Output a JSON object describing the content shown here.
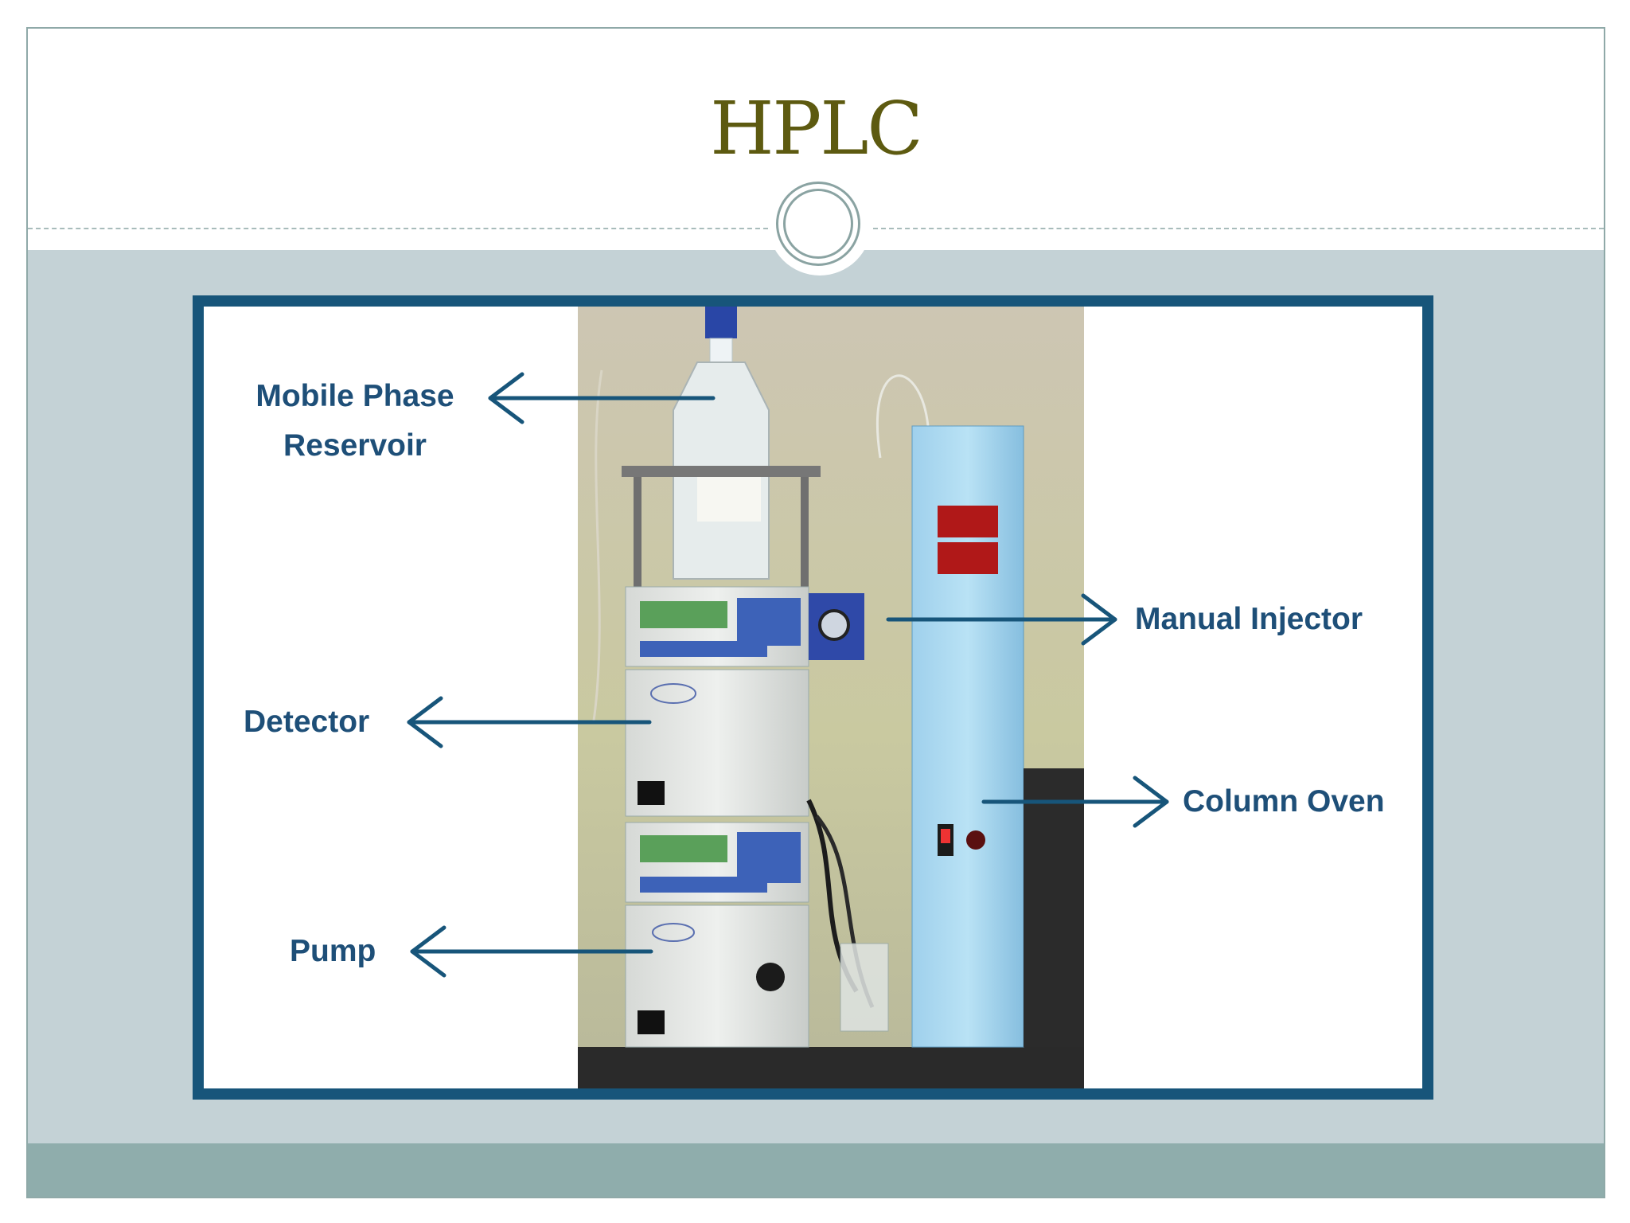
{
  "slide": {
    "title": "HPLC",
    "colors": {
      "title": "#5d5a10",
      "body_band": "#c4d2d6",
      "footer_band": "#8fadac",
      "frame": "#17557a",
      "label": "#1e4f78"
    }
  },
  "figure": {
    "labels": {
      "mobile_phase_line1": "Mobile Phase",
      "mobile_phase_line2": "Reservoir",
      "detector": "Detector",
      "pump": "Pump",
      "manual_injector": "Manual Injector",
      "column_oven": "Column Oven"
    }
  }
}
